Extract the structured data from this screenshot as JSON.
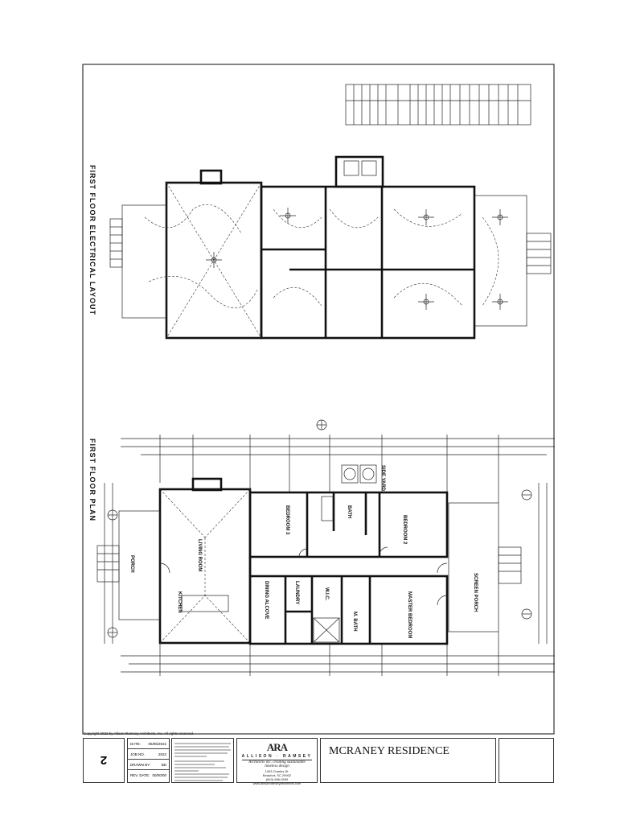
{
  "sheet": {
    "copyright": "Copyright 2022 by Allison Ramsey Architects, Inc. All rights reserved.",
    "sheet_number": "2",
    "project_title": "MCRANEY RESIDENCE",
    "info_rows": [
      {
        "label": "DATE:",
        "value": "06/06/2022"
      },
      {
        "label": "JOB NO.",
        "value": "2022"
      },
      {
        "label": "DRAWN BY:",
        "value": "BD"
      },
      {
        "label": "REV. DATE:",
        "value": "00/00/00"
      }
    ],
    "firm": {
      "mark": "ARA",
      "name": "ALLISON · RAMSEY",
      "tagline": "Architects inc. creating sustainable timeless design",
      "address_1": "1003 Charles St.",
      "address_2": "Beaufort, SC 29902",
      "phone": "(843) 986-0559",
      "web": "www.allisonramseyarchitects.com"
    }
  },
  "electrical_plan": {
    "title": "FIRST FLOOR ELECTRICAL LAYOUT"
  },
  "floor_plan": {
    "title": "FIRST FLOOR PLAN",
    "rooms": {
      "living": "LIVING ROOM",
      "kitchen": "KITCHEN",
      "porch": "PORCH",
      "dining": "DINING ALCOVE",
      "bedroom3": "BEDROOM 3",
      "bath": "BATH",
      "bedroom2": "BEDROOM 2",
      "master": "MASTER BEDROOM",
      "mbath": "M. BATH",
      "wic": "W.I.C.",
      "laundry": "LAUNDRY",
      "screen_porch": "SCREEN PORCH",
      "side_yard": "SIDE YARD"
    }
  },
  "colors": {
    "ink": "#111111",
    "paper": "#ffffff"
  }
}
